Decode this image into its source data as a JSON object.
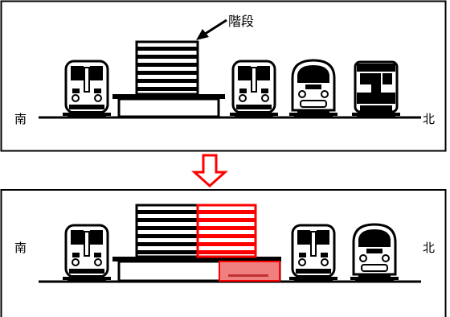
{
  "labels": {
    "stairs": "階段",
    "south": "南",
    "north": "北"
  },
  "colors": {
    "line": "#000000",
    "highlight": "#ff0000",
    "highlight_fill": "#f08080",
    "background": "#ffffff"
  },
  "icons": {
    "arrow": "down-arrow-icon",
    "callout": "callout-arrow-icon",
    "train_commuter": "commuter-train-front-icon",
    "train_express": "express-train-front-icon",
    "train_old": "old-train-front-icon"
  }
}
